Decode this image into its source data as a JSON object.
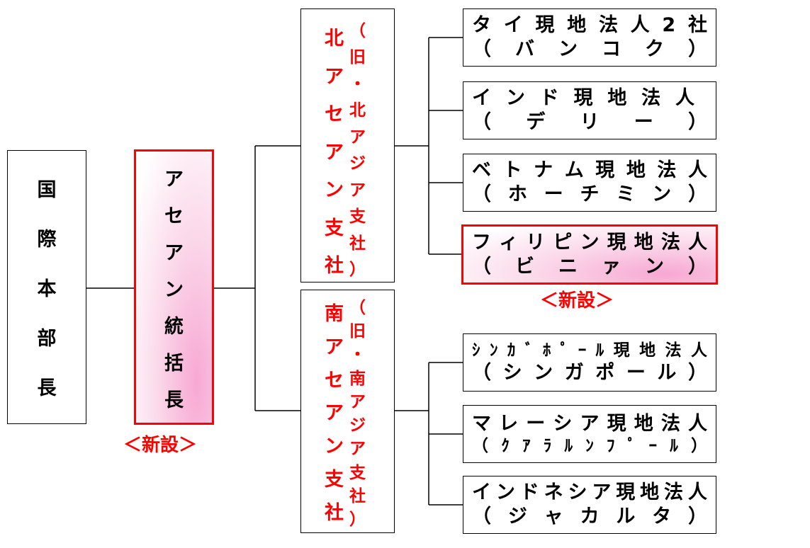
{
  "colors": {
    "accent": "#ff0000",
    "pink": "#f7a8d3"
  },
  "hq": {
    "label": "国際本部長"
  },
  "asean_head": {
    "label": "アセアン統括長",
    "new_tag": "＜新設＞"
  },
  "north_branch": {
    "name": "北アセアン支社",
    "former": "（旧・北アジア支社）"
  },
  "south_branch": {
    "name": "南アセアン支社",
    "former": "（旧・南アジア支社）"
  },
  "subsidiaries_north": [
    {
      "line1": "タイ現地法人2社",
      "line2": "（バンコク）"
    },
    {
      "line1": "インド現地法人",
      "line2": "（デリー）"
    },
    {
      "line1": "ベトナム現地法人",
      "line2": "（ホーチミン）"
    },
    {
      "line1": "フィリピン現地法人",
      "line2": "（ビニァン）",
      "new_tag": "＜新設＞"
    }
  ],
  "subsidiaries_south": [
    {
      "line1": "ｼﾝｶﾞﾎﾟｰﾙ現地法人",
      "line2": "（シンガポール）"
    },
    {
      "line1": "マレーシア現地法人",
      "line2": "（ｸｱﾗﾙﾝﾌﾟｰﾙ）"
    },
    {
      "line1": "インドネシア現地法人",
      "line2": "（ジャカルタ）"
    }
  ]
}
